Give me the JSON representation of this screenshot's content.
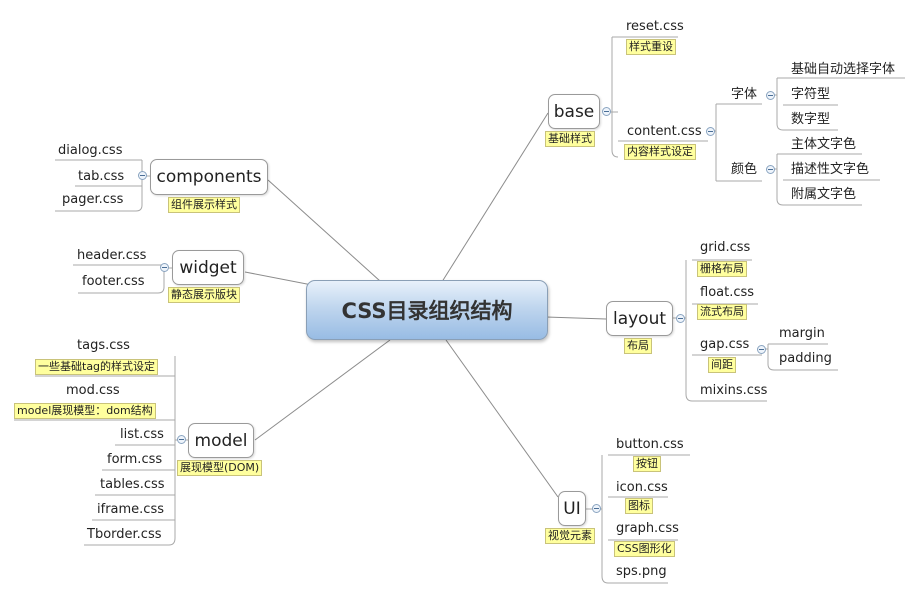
{
  "central": "CSS目录组织结构",
  "components": {
    "label": "components",
    "note": "组件展示样式",
    "items": [
      "dialog.css",
      "tab.css",
      "pager.css"
    ]
  },
  "widget": {
    "label": "widget",
    "note": "静态展示版块",
    "items": [
      "header.css",
      "footer.css"
    ]
  },
  "model": {
    "label": "model",
    "note": "展现模型(DOM)",
    "items": [
      {
        "label": "tags.css",
        "note": "一些基础tag的样式设定"
      },
      {
        "label": "mod.css",
        "note": "model展现模型：dom结构"
      },
      {
        "label": "list.css"
      },
      {
        "label": "form.css"
      },
      {
        "label": "tables.css"
      },
      {
        "label": "iframe.css"
      },
      {
        "label": "Tborder.css"
      }
    ]
  },
  "base": {
    "label": "base",
    "note": "基础样式",
    "reset": {
      "label": "reset.css",
      "note": "样式重设"
    },
    "content": {
      "label": "content.css",
      "note": "内容样式设定",
      "font": {
        "label": "字体",
        "items": [
          "基础自动选择字体",
          "字符型",
          "数字型"
        ]
      },
      "color": {
        "label": "颜色",
        "items": [
          "主体文字色",
          "描述性文字色",
          "附属文字色"
        ]
      }
    }
  },
  "layout": {
    "label": "layout",
    "note": "布局",
    "grid": {
      "label": "grid.css",
      "note": "栅格布局"
    },
    "float": {
      "label": "float.css",
      "note": "流式布局"
    },
    "gap": {
      "label": "gap.css",
      "note": "间距",
      "items": [
        "margin",
        "padding"
      ]
    },
    "mixins": {
      "label": "mixins.css"
    }
  },
  "ui": {
    "label": "UI",
    "note": "视觉元素",
    "items": [
      {
        "label": "button.css",
        "note": "按钮"
      },
      {
        "label": "icon.css",
        "note": "图标"
      },
      {
        "label": "graph.css",
        "note": "CSS图形化"
      },
      {
        "label": "sps.png"
      }
    ]
  }
}
